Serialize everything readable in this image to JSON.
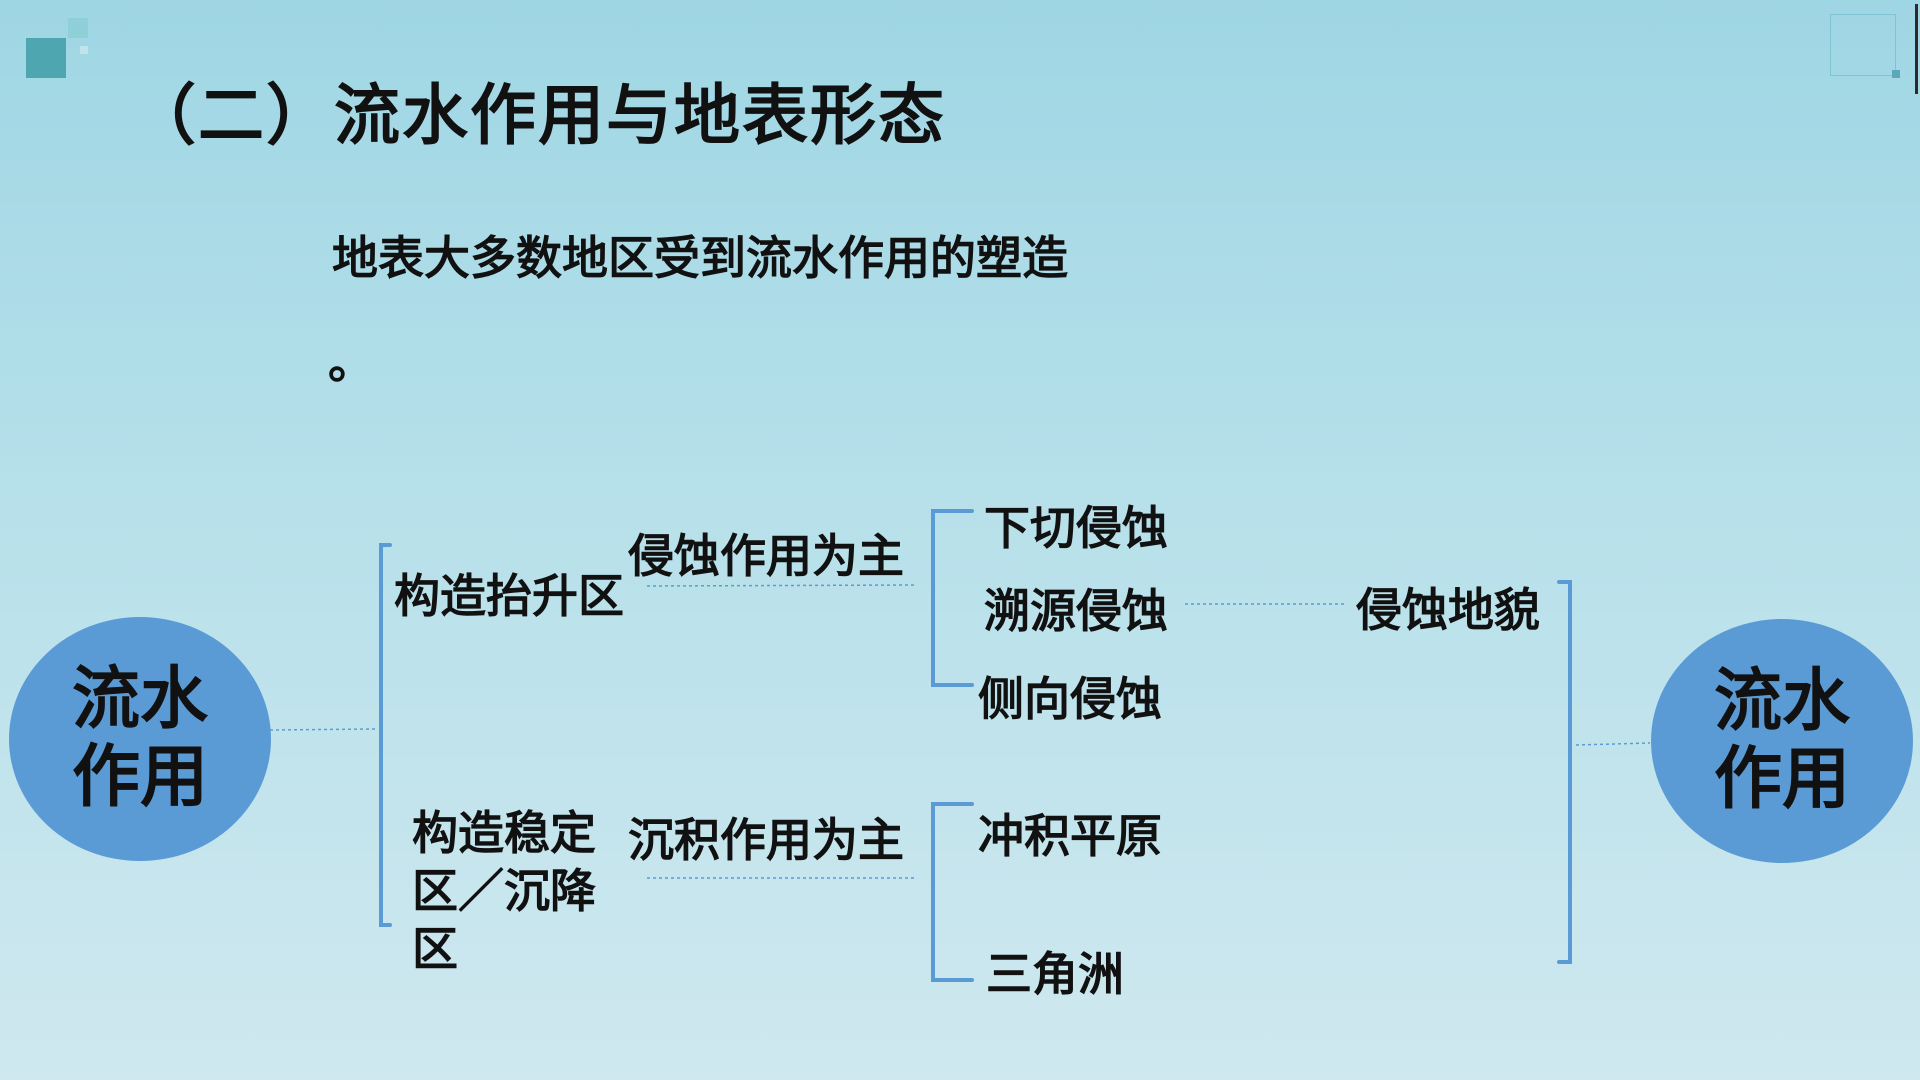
{
  "slide": {
    "title": "（二）流水作用与地表形态",
    "intro": "地表大多数地区受到流水作用的塑造",
    "intro_end": "。"
  },
  "diagram": {
    "left_circle": {
      "line1": "流水",
      "line2": "作用"
    },
    "right_circle": {
      "line1": "流水",
      "line2": "作用"
    },
    "uplift_zone": "构造抬升区",
    "erosion_main": "侵蚀作用为主",
    "erosion_types": [
      "下切侵蚀",
      "溯源侵蚀",
      "侧向侵蚀"
    ],
    "erosion_landform": "侵蚀地貌",
    "stable_zone": "构造稳定区／沉降区",
    "deposition_main": "沉积作用为主",
    "deposition_types": [
      "冲积平原",
      "三角洲"
    ]
  },
  "colors": {
    "bracket": "#5b9bd5",
    "circle": "#5b9bd5",
    "dotted": "#5b9bd5"
  }
}
